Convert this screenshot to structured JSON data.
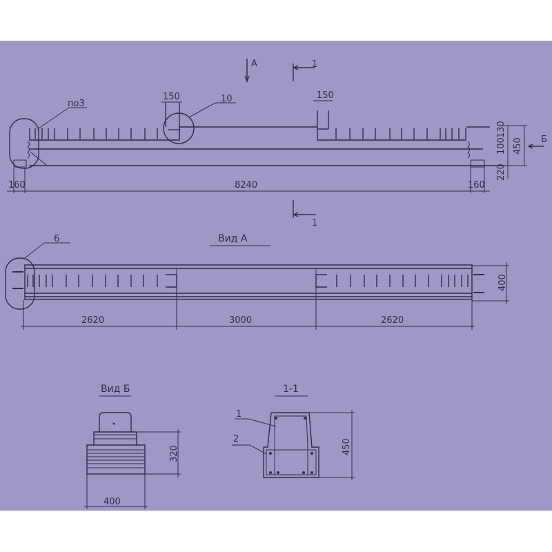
{
  "drawing": {
    "paper_color": "#9f98c6",
    "ink_color": "#2f2a4a",
    "elevation": {
      "section_mark_a": "A",
      "section_mark_1_top": "1",
      "section_mark_1_bottom": "1",
      "view_mark_b": "Б",
      "callout_pos3": "по3",
      "callout_10": "10",
      "dim_150_left": "150",
      "dim_150_right": "150",
      "dim_160_left": "160",
      "dim_160_right": "160",
      "dim_total_length": "8240",
      "dim_130": "130",
      "dim_100": "100",
      "dim_450": "450",
      "dim_220": "220"
    },
    "view_a": {
      "title": "Вид А",
      "callout_6": "6",
      "dim_left": "2620",
      "dim_middle": "3000",
      "dim_right": "2620",
      "dim_width": "400"
    },
    "view_b": {
      "title": "Вид Б",
      "dim_height": "320",
      "dim_width": "400"
    },
    "section_1_1": {
      "title": "1-1",
      "callout_1": "1",
      "callout_2": "2",
      "dim_height": "450"
    }
  }
}
